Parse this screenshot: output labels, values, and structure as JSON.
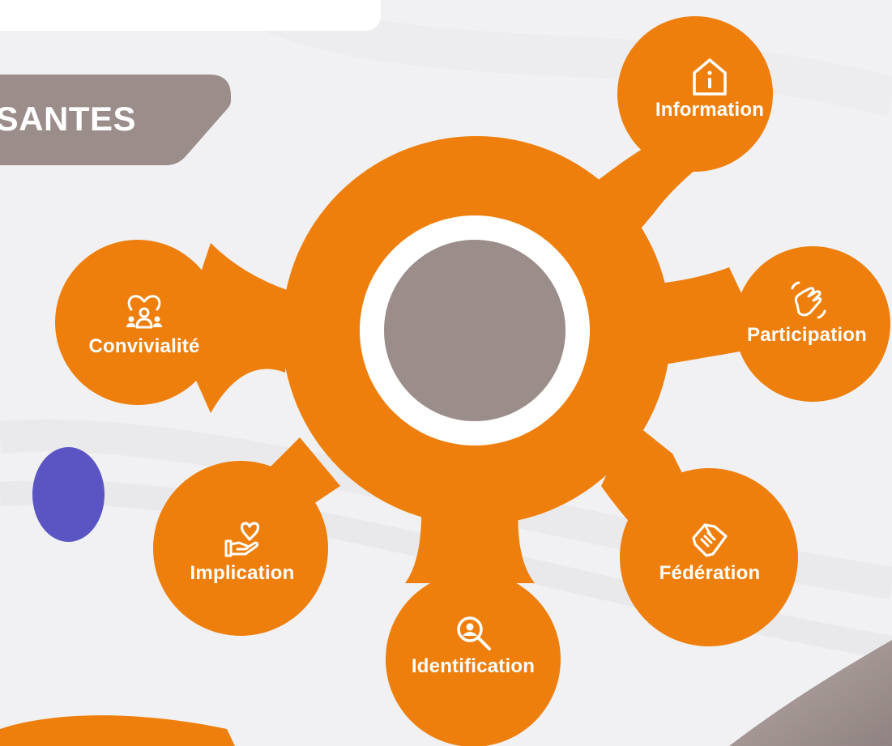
{
  "banner": {
    "title": "SANTES"
  },
  "colors": {
    "background": "#f1f1f3",
    "hub_orange": "#ee7f0c",
    "core_gray": "#9b8d8a",
    "ring_white": "#ffffff",
    "banner_gray": "#9b8d8a",
    "accent_blue": "#5b55c3",
    "label_white": "#ffffff"
  },
  "center": {
    "label": ""
  },
  "nodes": [
    {
      "id": "information",
      "label": "Information",
      "icon": "house-info-icon"
    },
    {
      "id": "participation",
      "label": "Participation",
      "icon": "raised-hand-icon"
    },
    {
      "id": "federation",
      "label": "Fédération",
      "icon": "handshake-icon"
    },
    {
      "id": "identification",
      "label": "Identification",
      "icon": "search-person-icon"
    },
    {
      "id": "implication",
      "label": "Implication",
      "icon": "hand-heart-icon"
    },
    {
      "id": "convivialite",
      "label": "Convivialité",
      "icon": "group-heart-icon"
    }
  ]
}
